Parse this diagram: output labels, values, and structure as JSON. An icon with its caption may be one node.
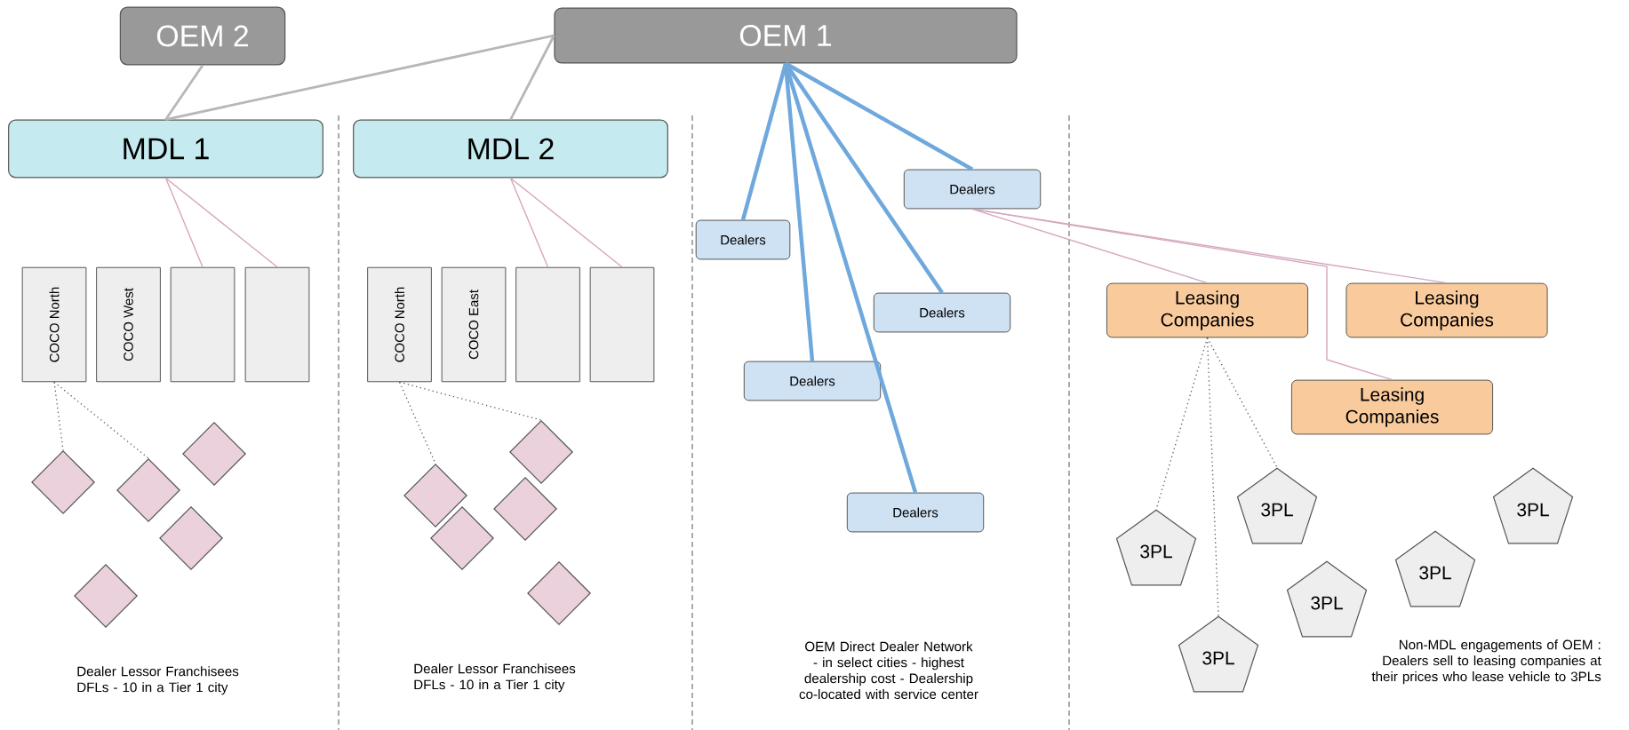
{
  "diagram": {
    "nodes": [
      {
        "text": [
          "OEM 2"
        ]
      },
      {
        "text": [
          "OEM 1"
        ]
      },
      {
        "text": [
          "MDL 1"
        ]
      },
      {
        "text": [
          "MDL 2"
        ]
      },
      {
        "text": [
          "COCO North"
        ]
      },
      {
        "text": [
          "COCO West"
        ]
      },
      {
        "text": [],
        "shape": "box"
      },
      {
        "text": [],
        "shape": "box"
      },
      {
        "text": [
          "COCO North"
        ]
      },
      {
        "text": [
          "COCO East"
        ]
      },
      {
        "text": [],
        "shape": "box"
      },
      {
        "text": [],
        "shape": "box"
      },
      {
        "text": [
          "Dealers"
        ]
      },
      {
        "text": [
          "Dealers"
        ]
      },
      {
        "text": [
          "Dealers"
        ]
      },
      {
        "text": [
          "Dealers"
        ]
      },
      {
        "text": [
          "Dealers"
        ]
      },
      {
        "text": [
          "Leasing Companies"
        ]
      },
      {
        "text": [
          "Leasing Companies"
        ]
      },
      {
        "text": [
          "Leasing Companies"
        ]
      },
      {
        "text": [],
        "shape": "diamond"
      },
      {
        "text": [],
        "shape": "diamond"
      },
      {
        "text": [],
        "shape": "diamond"
      },
      {
        "text": [],
        "shape": "diamond"
      },
      {
        "text": [],
        "shape": "diamond"
      },
      {
        "text": [],
        "shape": "diamond"
      },
      {
        "text": [],
        "shape": "diamond"
      },
      {
        "text": [],
        "shape": "diamond"
      },
      {
        "text": [],
        "shape": "diamond"
      },
      {
        "text": [],
        "shape": "diamond"
      },
      {
        "text": [
          "3PL"
        ]
      },
      {
        "text": [
          "3PL"
        ]
      },
      {
        "text": [
          "3PL"
        ]
      },
      {
        "text": [
          "3PL"
        ]
      },
      {
        "text": [
          "3PL"
        ]
      },
      {
        "text": [
          "3PL"
        ]
      }
    ],
    "edges": [
      {
        "from": 0,
        "to": 2,
        "arrow": "none",
        "color": "#b7b7b7"
      },
      {
        "from": 1,
        "to": 2,
        "arrow": "none",
        "color": "#b7b7b7"
      },
      {
        "from": 1,
        "to": 3,
        "arrow": "none",
        "color": "#b7b7b7"
      },
      {
        "from": 1,
        "to": 13,
        "arrow": "none",
        "style": "thick",
        "color": "#6fa8dc"
      },
      {
        "from": 1,
        "to": 12,
        "arrow": "none",
        "style": "thick",
        "color": "#6fa8dc"
      },
      {
        "from": 1,
        "to": 14,
        "arrow": "none",
        "style": "thick",
        "color": "#6fa8dc"
      },
      {
        "from": 1,
        "to": 15,
        "arrow": "none",
        "style": "thick",
        "color": "#6fa8dc"
      },
      {
        "from": 1,
        "to": 16,
        "arrow": "none",
        "style": "thick",
        "color": "#6fa8dc"
      },
      {
        "from": 2,
        "to": 6,
        "arrow": "none",
        "color": "#d5a6bd"
      },
      {
        "from": 2,
        "to": 7,
        "arrow": "none",
        "color": "#d5a6bd"
      },
      {
        "from": 3,
        "to": 10,
        "arrow": "none",
        "color": "#d5a6bd"
      },
      {
        "from": 3,
        "to": 11,
        "arrow": "none",
        "color": "#d5a6bd"
      },
      {
        "from": 12,
        "to": 17,
        "arrow": "none",
        "color": "#d5a6bd"
      },
      {
        "from": 12,
        "to": 18,
        "arrow": "none",
        "color": "#d5a6bd"
      },
      {
        "from": 12,
        "to": 19,
        "arrow": "none",
        "color": "#d5a6bd"
      },
      {
        "from": 4,
        "to": 21,
        "arrow": "none",
        "style": "dashed",
        "color": "#595959"
      },
      {
        "from": 4,
        "to": 22,
        "arrow": "none",
        "style": "dashed",
        "color": "#595959"
      },
      {
        "from": 8,
        "to": 26,
        "arrow": "none",
        "style": "dashed",
        "color": "#595959"
      },
      {
        "from": 8,
        "to": 25,
        "arrow": "none",
        "style": "dashed",
        "color": "#595959"
      },
      {
        "from": 17,
        "to": 32,
        "arrow": "none",
        "style": "dashed",
        "color": "#595959"
      },
      {
        "from": 17,
        "to": 35,
        "arrow": "none",
        "style": "dashed",
        "color": "#595959"
      },
      {
        "from": 17,
        "to": 30,
        "arrow": "none",
        "style": "dashed",
        "color": "#595959"
      }
    ],
    "labels": [
      "Dealer Lessor Franchisees DFLs - 10 in a Tier 1 city",
      "Dealer Lessor Franchisees DFLs - 10 in a Tier 1 city",
      "OEM Direct Dealer Network - in select cities - highest dealership cost - Dealership co-located with service center",
      "Non-MDL engagements of OEM : Dealers sell to leasing companies at their prices who lease vehicle to 3PLs"
    ]
  }
}
